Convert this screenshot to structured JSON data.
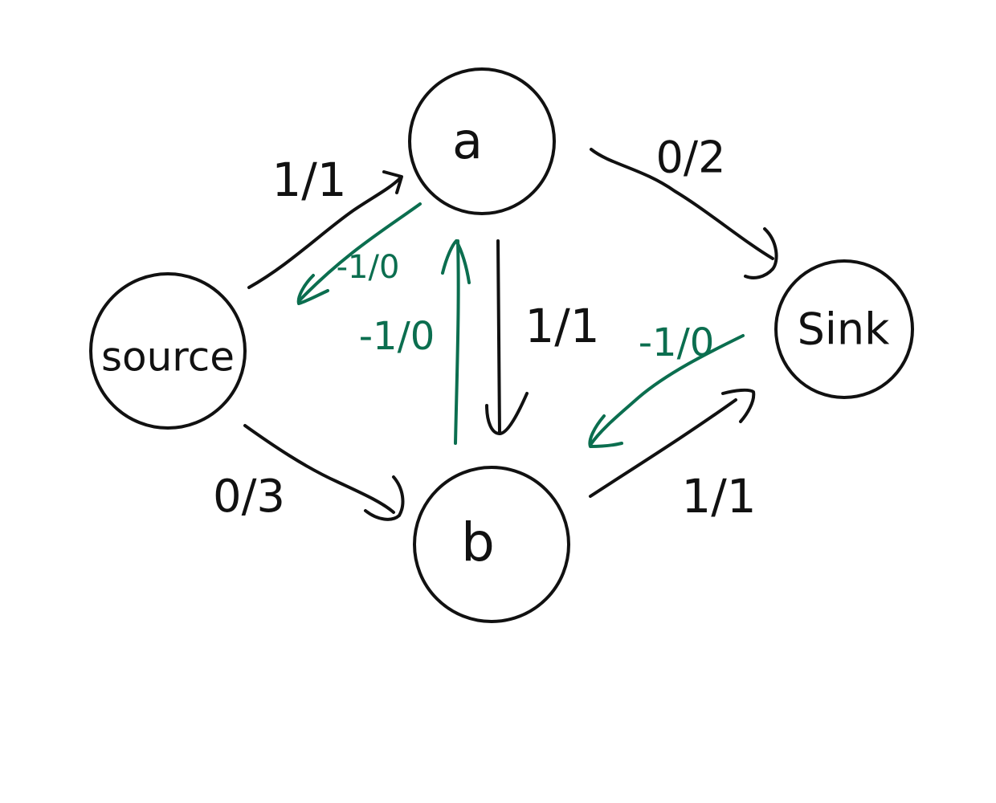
{
  "colors": {
    "ink": "#111111",
    "residual": "#0b6e4f"
  },
  "nodes": {
    "source": {
      "label": "source"
    },
    "a": {
      "label": "a"
    },
    "b": {
      "label": "b"
    },
    "sink": {
      "label": "Sink"
    }
  },
  "edges": {
    "source_a": {
      "label": "1/1"
    },
    "a_sink": {
      "label": "0/2"
    },
    "a_b": {
      "label": "1/1"
    },
    "source_b": {
      "label": "0/3"
    },
    "b_sink": {
      "label": "1/1"
    }
  },
  "residual_edges": {
    "a_source": {
      "label": "-1/0"
    },
    "b_a": {
      "label": "-1/0"
    },
    "sink_b": {
      "label": "-1/0"
    }
  }
}
